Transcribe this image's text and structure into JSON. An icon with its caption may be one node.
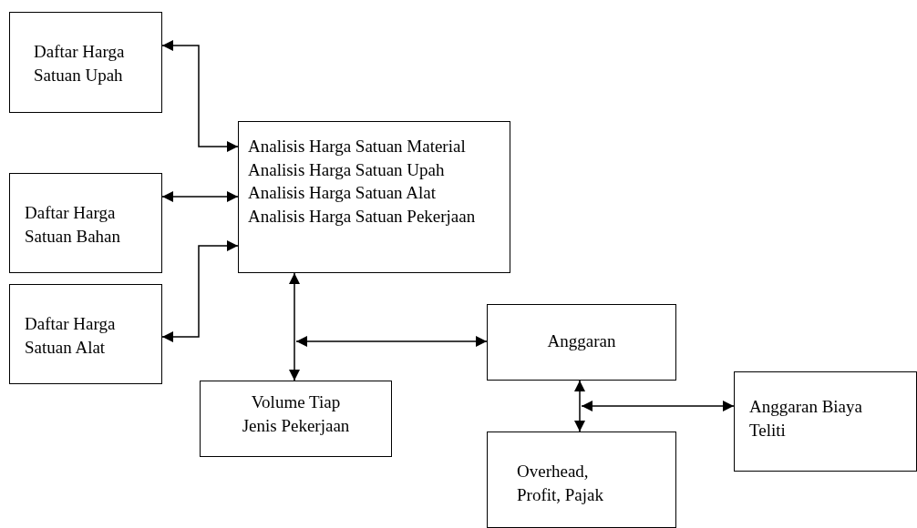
{
  "diagram": {
    "nodes": [
      {
        "text": [
          "Daftar Harga Satuan Upah"
        ]
      },
      {
        "text": [
          "Daftar Harga Satuan Bahan"
        ]
      },
      {
        "text": [
          "Daftar Harga Satuan Alat"
        ]
      },
      {
        "text": [
          "Analisis Harga Satuan Material",
          "Analisis Harga Satuan Upah",
          "Analisis Harga Satuan Alat",
          "Analisis Harga Satuan Pekerjaan"
        ]
      },
      {
        "text": [
          "Volume Tiap Jenis Pekerjaan"
        ]
      },
      {
        "text": [
          "Anggaran"
        ]
      },
      {
        "text": [
          "Anggaran Biaya Teliti"
        ]
      },
      {
        "text": [
          "Overhead, Profit, Pajak"
        ]
      }
    ],
    "edges": [
      {
        "from": 0,
        "to": 3,
        "arrow": "both"
      },
      {
        "from": 1,
        "to": 3,
        "arrow": "both"
      },
      {
        "from": 2,
        "to": 3,
        "arrow": "both"
      },
      {
        "from": 3,
        "to": 4,
        "arrow": "both"
      },
      {
        "from": null,
        "to": 5,
        "arrow": "both"
      },
      {
        "from": 5,
        "to": 7,
        "arrow": "both"
      },
      {
        "from": null,
        "to": 6,
        "arrow": "both"
      }
    ]
  }
}
